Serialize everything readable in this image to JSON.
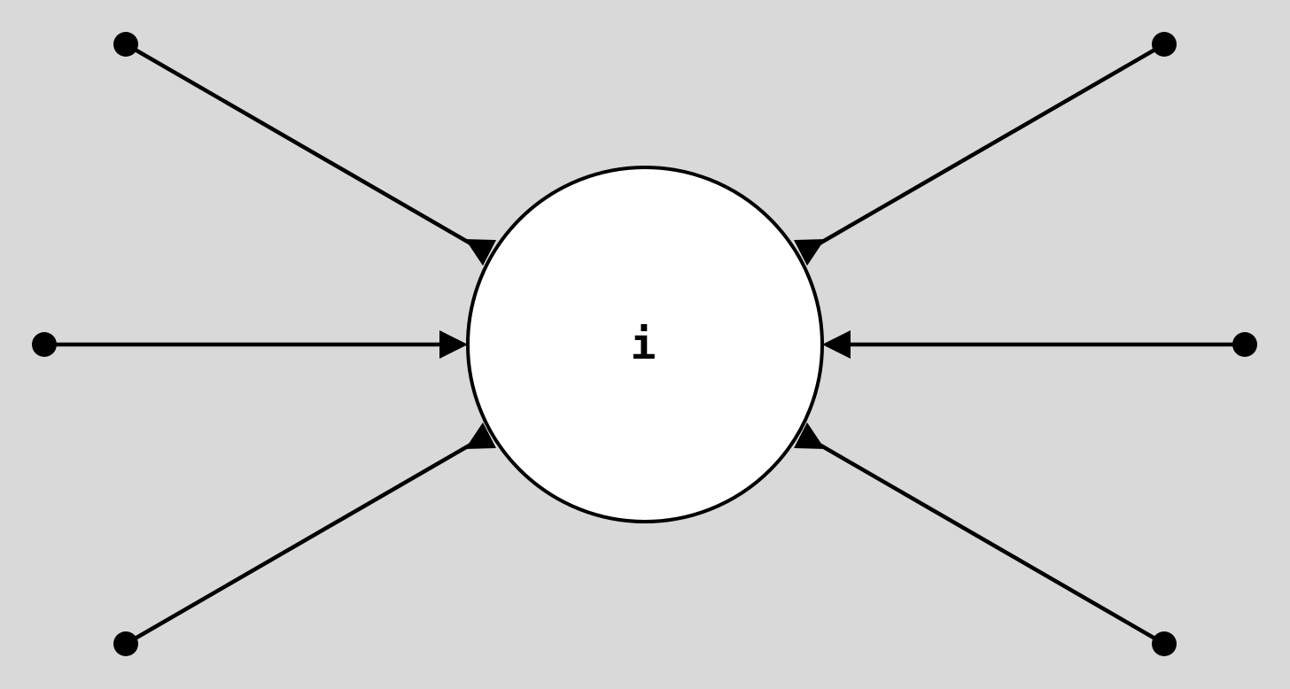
{
  "diagram": {
    "center_label": "i",
    "edge_count": 6,
    "edge_direction": "incoming",
    "background_color": "#d9d9d9",
    "node_fill": "#ffffff",
    "line_color": "#000000"
  }
}
